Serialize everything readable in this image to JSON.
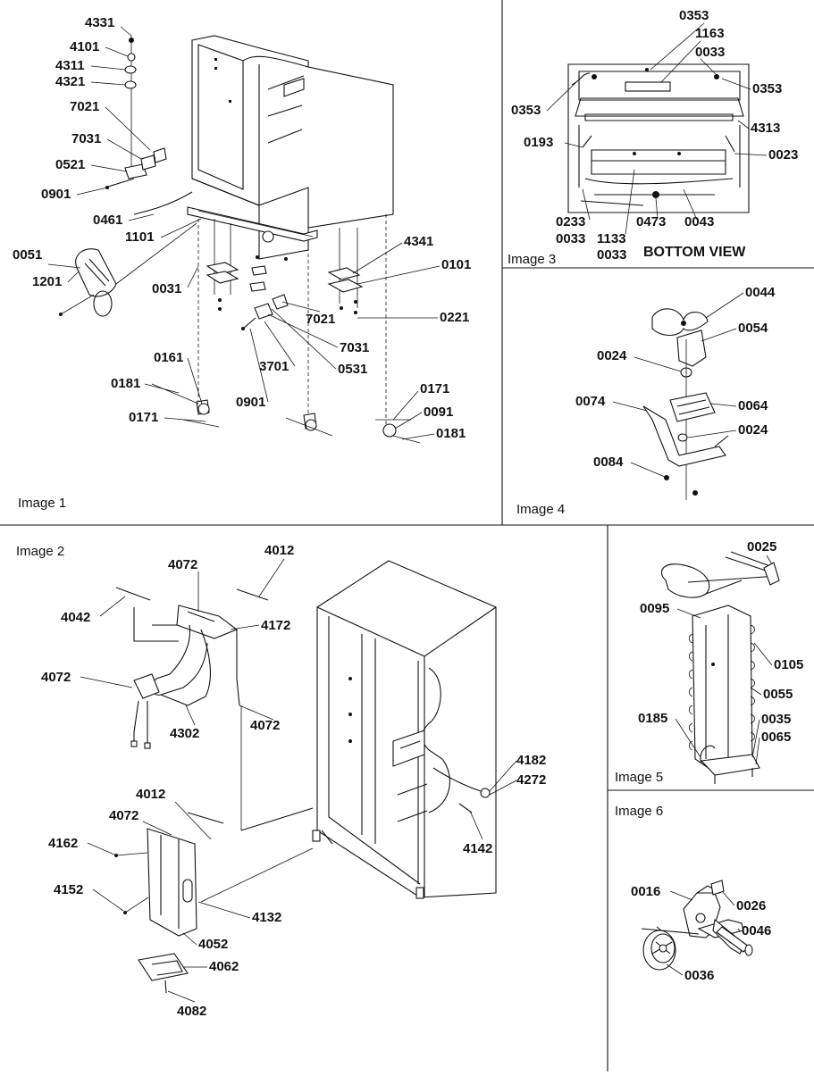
{
  "panels": {
    "image1": {
      "label": "Image 1",
      "parts": [
        "4331",
        "4101",
        "4311",
        "4321",
        "7021",
        "7031",
        "0521",
        "0901",
        "0461",
        "1101",
        "0051",
        "1201",
        "0031",
        "4341",
        "0101",
        "0221",
        "7021",
        "7031",
        "3701",
        "0531",
        "0161",
        "0181",
        "0901",
        "0171",
        "0171",
        "0091",
        "0181"
      ]
    },
    "image2": {
      "label": "Image 2",
      "parts": [
        "4072",
        "4012",
        "4042",
        "4172",
        "4072",
        "4302",
        "4072",
        "4182",
        "4272",
        "4142",
        "4012",
        "4072",
        "4162",
        "4152",
        "4132",
        "4052",
        "4062",
        "4082"
      ]
    },
    "image3": {
      "label": "Image 3",
      "view_caption": "BOTTOM VIEW",
      "parts": [
        "0353",
        "1163",
        "0033",
        "0353",
        "0353",
        "4313",
        "0193",
        "0023",
        "0233",
        "0033",
        "1133",
        "0473",
        "0043",
        "0033"
      ]
    },
    "image4": {
      "label": "Image 4",
      "parts": [
        "0044",
        "0054",
        "0024",
        "0074",
        "0064",
        "0024",
        "0084"
      ]
    },
    "image5": {
      "label": "Image 5",
      "parts": [
        "0025",
        "0095",
        "0105",
        "0055",
        "0185",
        "0035",
        "0065"
      ]
    },
    "image6": {
      "label": "Image 6",
      "parts": [
        "0016",
        "0026",
        "0046",
        "0036"
      ]
    }
  }
}
